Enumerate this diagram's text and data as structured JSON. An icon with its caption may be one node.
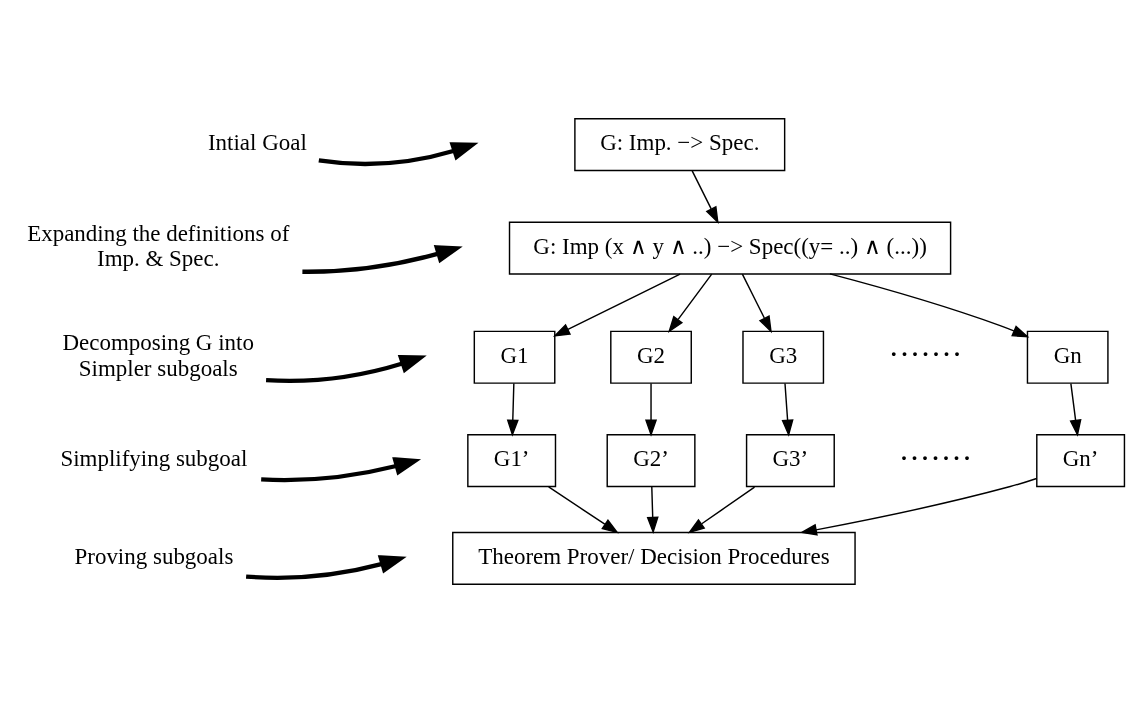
{
  "diagram": {
    "nodes": [
      {
        "text": [
          "G: Imp. −> Spec."
        ]
      },
      {
        "text": [
          "G: Imp (x ∧ y ∧ ..) −> Spec((y= ..) ∧ (...))"
        ]
      },
      {
        "text": [
          "G1"
        ]
      },
      {
        "text": [
          "G2"
        ]
      },
      {
        "text": [
          "G3"
        ]
      },
      {
        "text": [
          "Gn"
        ]
      },
      {
        "text": [
          "G1’"
        ]
      },
      {
        "text": [
          "G2’"
        ]
      },
      {
        "text": [
          "G3’"
        ]
      },
      {
        "text": [
          "Gn’"
        ]
      },
      {
        "text": [
          "Theorem Prover/ Decision Procedures"
        ]
      },
      {
        "text": [
          "Intial Goal"
        ]
      },
      {
        "text": [
          "Expanding the definitions of",
          "Imp. & Spec."
        ]
      },
      {
        "text": [
          "Decomposing G into",
          "Simpler subgoals"
        ]
      },
      {
        "text": [
          "Simplifying subgoal"
        ]
      },
      {
        "text": [
          "Proving subgoals"
        ]
      }
    ],
    "edges": [
      {
        "from": 0,
        "to": 1,
        "arrow": "to"
      },
      {
        "from": 1,
        "to": 2,
        "arrow": "to"
      },
      {
        "from": 1,
        "to": 3,
        "arrow": "to"
      },
      {
        "from": 1,
        "to": 4,
        "arrow": "to"
      },
      {
        "from": 1,
        "to": 5,
        "arrow": "to"
      },
      {
        "from": 2,
        "to": 6,
        "arrow": "to"
      },
      {
        "from": 3,
        "to": 7,
        "arrow": "to"
      },
      {
        "from": 4,
        "to": 8,
        "arrow": "to"
      },
      {
        "from": 5,
        "to": 9,
        "arrow": "to"
      },
      {
        "from": 6,
        "to": 10,
        "arrow": "to"
      },
      {
        "from": 7,
        "to": 10,
        "arrow": "to"
      },
      {
        "from": 8,
        "to": 10,
        "arrow": "to"
      },
      {
        "from": 9,
        "to": 10,
        "arrow": "to"
      },
      {
        "from": 11,
        "to": null,
        "arrow": "to",
        "style": "thick"
      },
      {
        "from": 12,
        "to": null,
        "arrow": "to",
        "style": "thick"
      },
      {
        "from": 13,
        "to": null,
        "arrow": "to",
        "style": "thick"
      },
      {
        "from": 14,
        "to": null,
        "arrow": "to",
        "style": "thick"
      },
      {
        "from": 15,
        "to": null,
        "arrow": "to",
        "style": "thick"
      }
    ],
    "labels": [
      "·······",
      "·······"
    ]
  }
}
